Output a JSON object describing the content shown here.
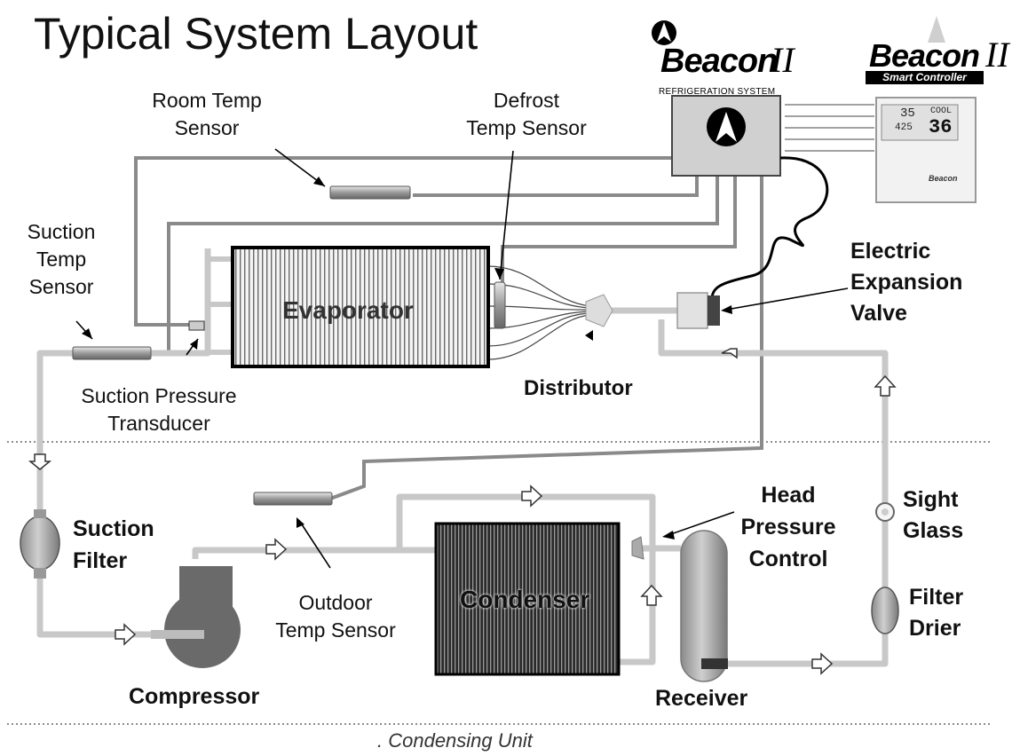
{
  "title": "Typical System Layout",
  "footer": ". Condensing Unit",
  "brands": {
    "left": {
      "name": "Beacon",
      "mark": "II",
      "subtitle": "REFRIGERATION SYSTEM"
    },
    "right": {
      "name": "Beacon",
      "mark": "II",
      "subtitle": "Smart Controller"
    }
  },
  "thermostat": {
    "setpoint": "35",
    "reading": "36",
    "mode": "COOL",
    "small": "425"
  },
  "labels": {
    "room_temp_sensor": [
      "Room Temp",
      "Sensor"
    ],
    "defrost_temp_sensor": [
      "Defrost",
      "Temp Sensor"
    ],
    "suction_temp_sensor": [
      "Suction",
      "Temp",
      "Sensor"
    ],
    "electric_expansion_valve": [
      "Electric",
      "Expansion",
      "Valve"
    ],
    "evaporator": "Evaporator",
    "distributor": "Distributor",
    "suction_pressure_transducer": [
      "Suction Pressure",
      "Transducer"
    ],
    "head_pressure_control": [
      "Head",
      "Pressure",
      "Control"
    ],
    "sight_glass": [
      "Sight",
      "Glass"
    ],
    "suction_filter": [
      "Suction",
      "Filter"
    ],
    "outdoor_temp_sensor": [
      "Outdoor",
      "Temp Sensor"
    ],
    "condenser": "Condenser",
    "filter_drier": [
      "Filter",
      "Drier"
    ],
    "compressor": "Compressor",
    "receiver": "Receiver"
  },
  "colors": {
    "pipe": "#c8c8c8",
    "wire": "#888888",
    "dark": "#555555",
    "unit": "#d0d0d0"
  }
}
